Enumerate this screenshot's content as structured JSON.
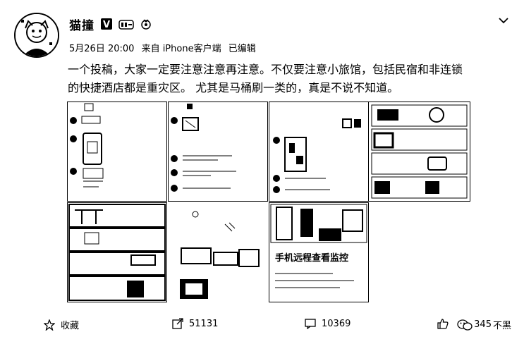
{
  "post": {
    "username": "猫撞",
    "verified_badge": "V",
    "meta": {
      "date_time": "5月26日 20:00",
      "source": "来自 iPhone客户端",
      "edited": "已编辑"
    },
    "text_line_1": "一个投稿，大家一定要注意注意再注意。不仅要注意小旅馆，包括民宿和非连锁",
    "text_line_2": "的快捷酒店都是重灾区。 尤其是马桶刷一类的，真是不说不知道。",
    "images": [
      {
        "caption": ""
      },
      {
        "caption": ""
      },
      {
        "caption": ""
      },
      {
        "caption": ""
      },
      {
        "caption": ""
      },
      {
        "caption": ""
      },
      {
        "caption": "手机远程查看监控"
      },
      {
        "caption": ""
      }
    ]
  },
  "footer": {
    "favorite_label": "收藏",
    "repost_count": "51131",
    "comment_count": "10369",
    "like_count": "345"
  },
  "watermark": {
    "text": "不黑"
  },
  "icons": {
    "chevron": "chevron-down-icon",
    "favorite": "star-icon",
    "repost": "repost-icon",
    "comment": "comment-icon",
    "like": "thumbs-up-icon",
    "watermark": "wechat-icon"
  }
}
